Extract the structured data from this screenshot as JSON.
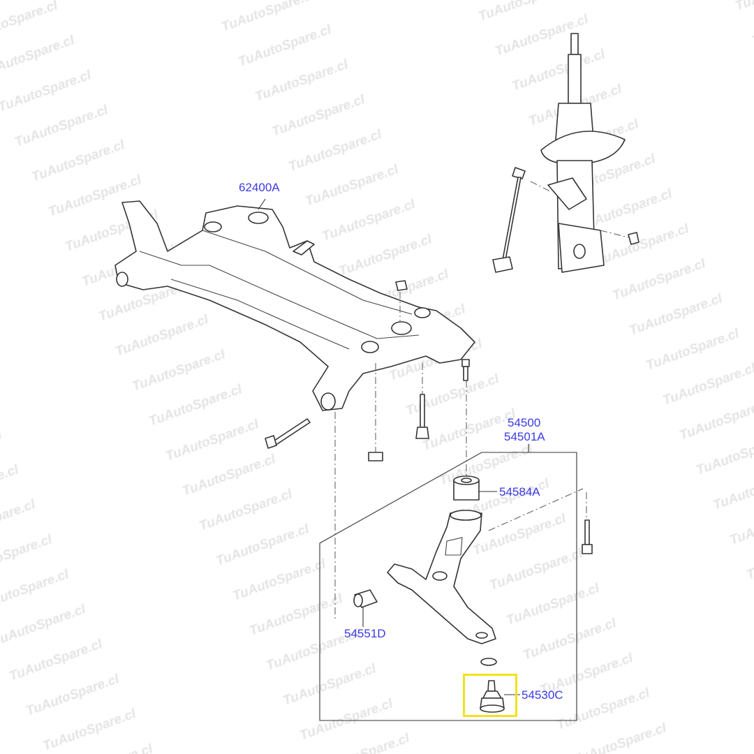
{
  "watermark": "TuAutoSpare.cl",
  "labels": {
    "subframe": "62400A",
    "arm_assy": "54500",
    "arm_assy_alt": "54501A",
    "bushing_rear": "54584A",
    "bushing_front": "54551D",
    "ball_joint": "54530C"
  },
  "highlight_color": "#f2e21a",
  "label_color": "#3a3ae6"
}
